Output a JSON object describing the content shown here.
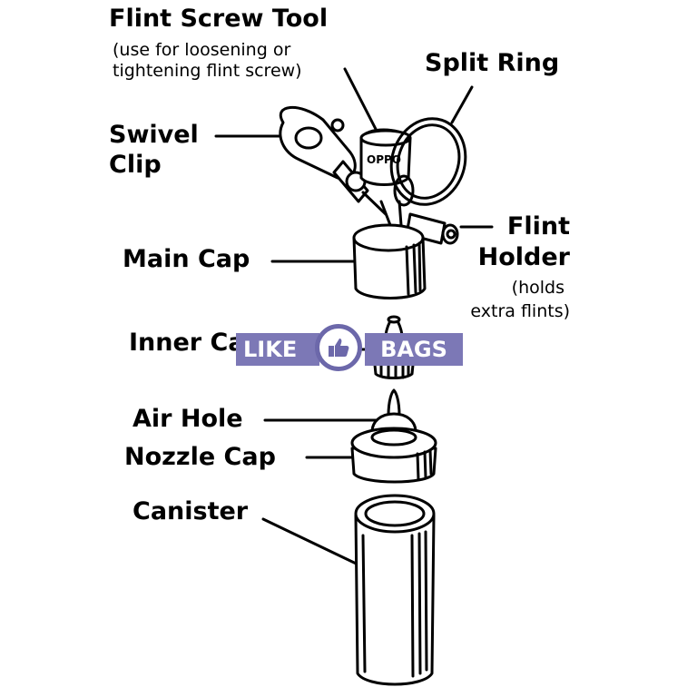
{
  "labels": {
    "flint_screw_tool": "Flint Screw Tool",
    "flint_screw_tool_note_1": "(use for loosening or",
    "flint_screw_tool_note_2": "tightening flint screw)",
    "split_ring": "Split Ring",
    "swivel_clip_1": "Swivel",
    "swivel_clip_2": "Clip",
    "flint_holder_1": "Flint",
    "flint_holder_2": "Holder",
    "flint_holder_note_1": "(holds",
    "flint_holder_note_2": "extra flints)",
    "main_cap": "Main Cap",
    "inner_cap": "Inner Cap",
    "air_hole": "Air Hole",
    "nozzle_cap": "Nozzle Cap",
    "canister": "Canister"
  },
  "watermark": {
    "left_text": "LIKE",
    "right_text": "BAGS",
    "icon": "thumbs-up-icon",
    "color": "#7c78b6"
  },
  "colors": {
    "line": "#000000",
    "background": "#ffffff"
  }
}
